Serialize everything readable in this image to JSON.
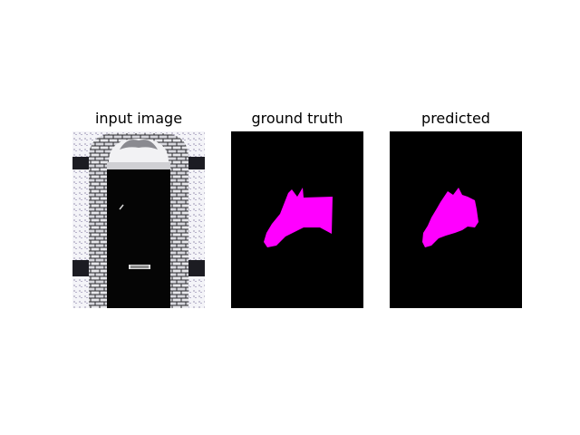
{
  "panels": [
    {
      "title": "input image"
    },
    {
      "title": "ground truth"
    },
    {
      "title": "predicted"
    }
  ],
  "colors": {
    "mask_fill": "#ff00ff",
    "mask_background": "#000000",
    "door_dark": "#050505",
    "brick_light": "#e8e8ec",
    "brick_dark": "#2a2a2e",
    "sky": "#ffffff"
  }
}
